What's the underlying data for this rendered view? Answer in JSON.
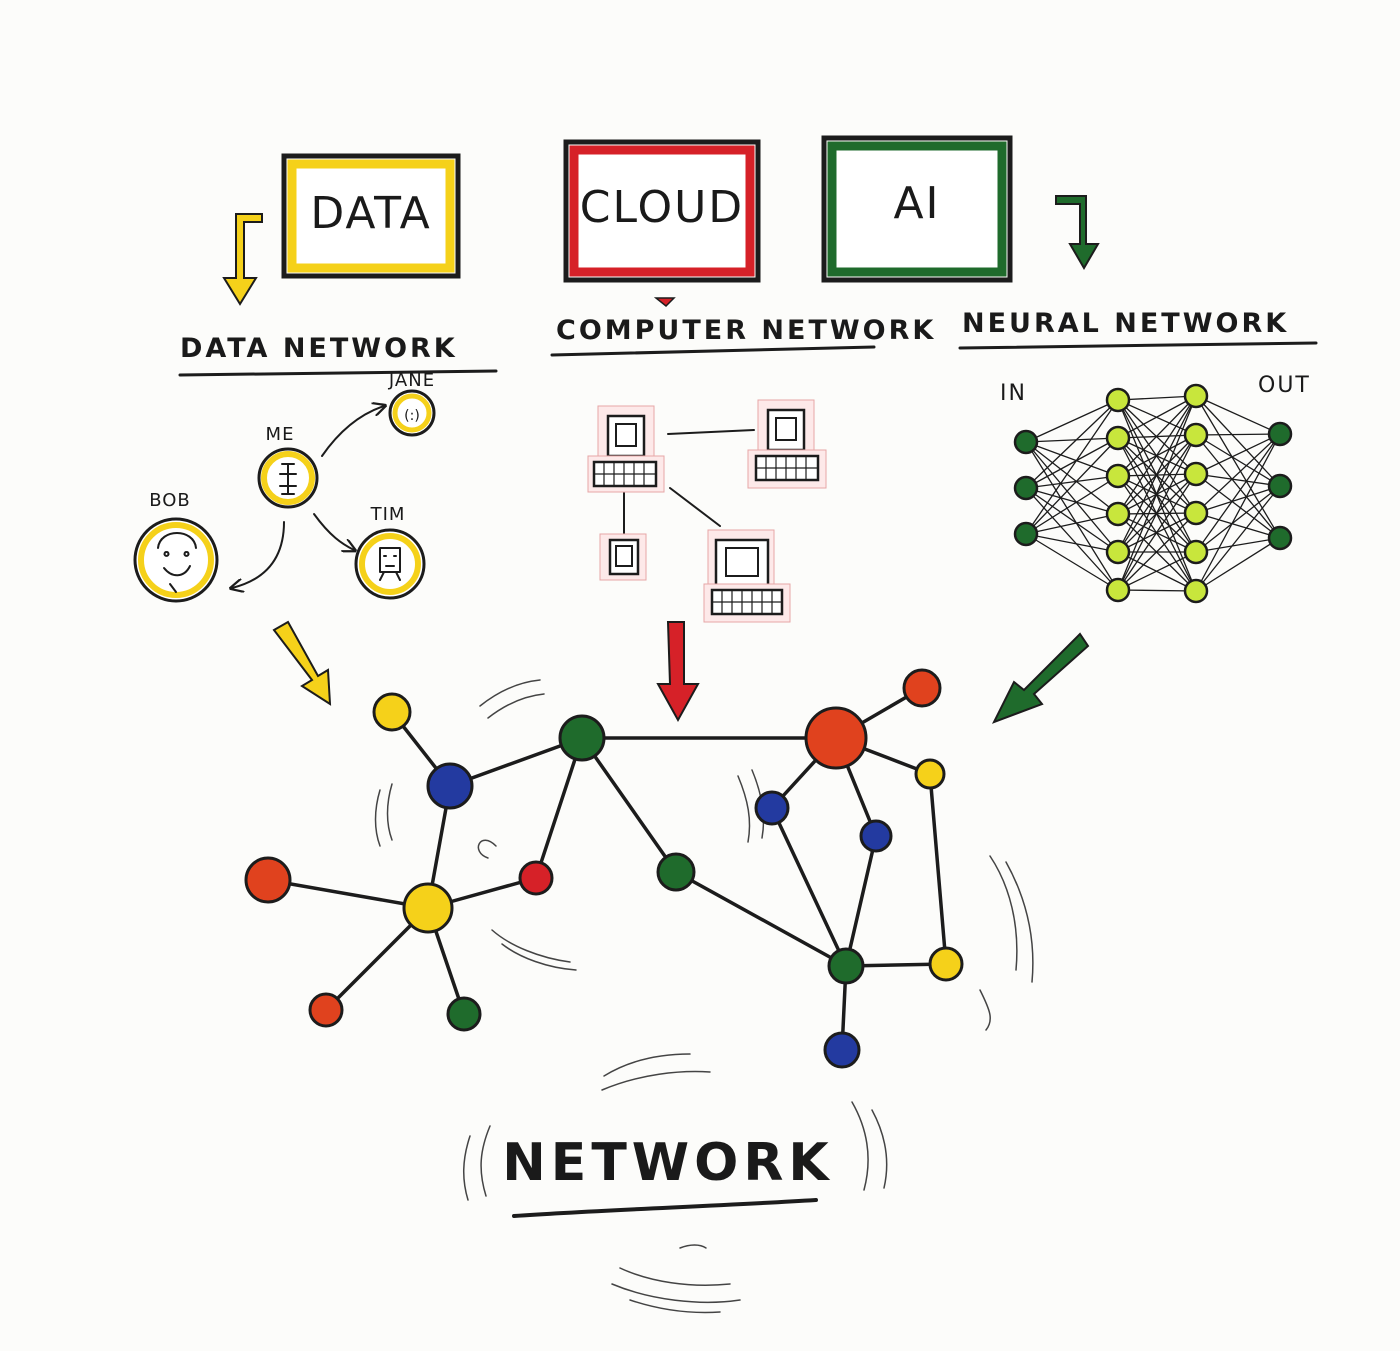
{
  "boxes": [
    {
      "label": "DATA",
      "color": "#f5d11a"
    },
    {
      "label": "CLOUD",
      "color": "#d62128"
    },
    {
      "label": "AI",
      "color": "#1f6b2c"
    }
  ],
  "headings": {
    "data_network": "DATA NETWORK",
    "computer_network": "COMPUTER NETWORK",
    "neural_network": "NEURAL NETWORK"
  },
  "people": {
    "me": "ME",
    "jane": "JANE",
    "bob": "BOB",
    "tim": "TIM"
  },
  "neural": {
    "in_label": "IN",
    "out_label": "OUT",
    "layers": [
      3,
      6,
      6,
      3
    ]
  },
  "title": "NETWORK",
  "colors": {
    "yellow": "#f5d11a",
    "red": "#d62128",
    "green": "#1f6b2c",
    "blue": "#233aa0",
    "orange": "#e0421e",
    "lime": "#c8e63c",
    "ink": "#1c1c1c"
  }
}
